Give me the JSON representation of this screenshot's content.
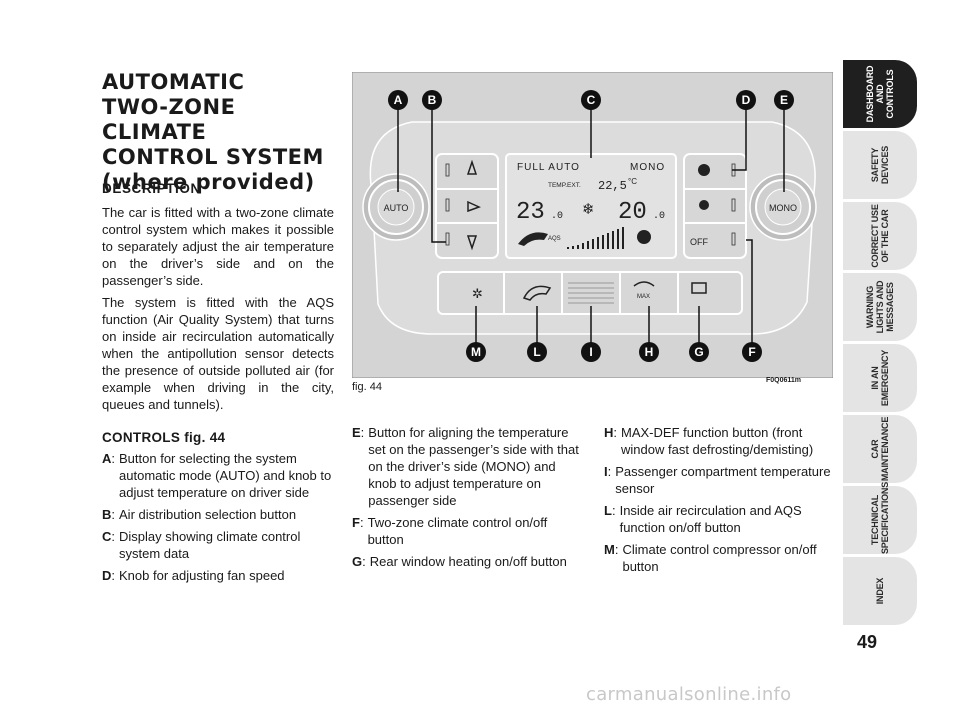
{
  "title_lines": [
    "AUTOMATIC",
    "TWO-ZONE CLIMATE",
    "CONTROL SYSTEM",
    "(where provided)"
  ],
  "description_heading": "DESCRIPTION",
  "paragraphs": [
    "The car is fitted with a two-zone climate control system which makes it possible to separately adjust the air temperature on the driver’s side and on the passenger’s side.",
    "The system is fitted with the AQS function (Air Quality System) that turns on inside air recirculation automatically when the antipollution sensor detects the presence of outside polluted air (for example when driving in the city, queues and tunnels)."
  ],
  "controls_heading": "CONTROLS fig. 44",
  "controls_col1": [
    {
      "key": "A",
      "text": "Button for selecting the system automatic mode (AUTO) and knob to adjust temperature on driver side"
    },
    {
      "key": "B",
      "text": "Air distribution selection button"
    },
    {
      "key": "C",
      "text": "Display showing climate control system data"
    },
    {
      "key": "D",
      "text": "Knob for adjusting fan speed"
    }
  ],
  "controls_col2": [
    {
      "key": "E",
      "text": "Button for aligning the temperature set on the passenger’s side with that on the driver’s side (MONO) and knob to adjust temperature on passenger side"
    },
    {
      "key": "F",
      "text": "Two-zone climate control on/off button"
    },
    {
      "key": "G",
      "text": "Rear window heating on/off button"
    }
  ],
  "controls_col3": [
    {
      "key": "H",
      "text": "MAX-DEF function button (front window fast defrosting/demisting)"
    },
    {
      "key": "I",
      "text": "Passenger compartment temperature sensor"
    },
    {
      "key": "L",
      "text": "Inside air recirculation and AQS function on/off button"
    },
    {
      "key": "M",
      "text": "Climate control compressor on/off button"
    }
  ],
  "figure": {
    "caption": "fig. 44",
    "code": "F0Q0611m",
    "display": {
      "mode_left": "FULL AUTO",
      "mode_right": "MONO",
      "temp_ext_label": "TEMP.EXT.",
      "temp_ext_value": "22,5",
      "temp_unit": "°C",
      "left_temp": "23",
      "left_decimal": ".0",
      "right_temp": "20",
      "right_decimal": ".0",
      "aqs": "AQS"
    },
    "knob_left": "AUTO",
    "knob_right": "MONO",
    "off_label": "OFF",
    "max_label": "MAX",
    "top_letters": [
      "A",
      "B",
      "C",
      "D",
      "E"
    ],
    "bottom_letters": [
      "M",
      "L",
      "I",
      "H",
      "G",
      "F"
    ]
  },
  "sidebar_tabs": [
    "DASHBOARD\nAND CONTROLS",
    "SAFETY\nDEVICES",
    "CORRECT USE\nOF THE CAR",
    "WARNING\nLIGHTS AND\nMESSAGES",
    "IN AN\nEMERGENCY",
    "CAR\nMAINTENANCE",
    "TECHNICAL\nSPECIFICATIONS",
    "INDEX"
  ],
  "page_number": "49",
  "watermark": "carmanualsonline.info"
}
